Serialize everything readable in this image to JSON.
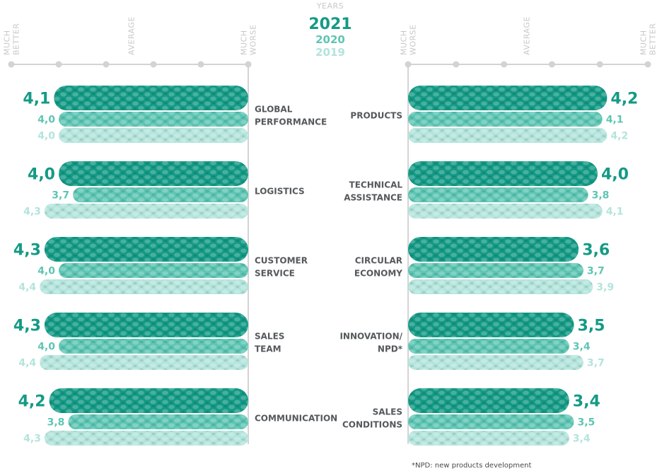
{
  "chart_data": {
    "type": "bar",
    "legend_title": "YEARS",
    "years": [
      "2021",
      "2020",
      "2019"
    ],
    "colors": {
      "y2021": "#149a85",
      "y2020": "#5ec5b3",
      "y2019": "#b3e4dc"
    },
    "scale_range": [
      0,
      5
    ],
    "left_panel": {
      "scale_labels": [
        "MUCH BETTER",
        "AVERAGE",
        "MUCH WORSE"
      ],
      "categories": [
        {
          "label": [
            "GLOBAL",
            "PERFORMANCE"
          ],
          "values": [
            "4,1",
            "4,0",
            "4,0"
          ]
        },
        {
          "label": [
            "LOGISTICS"
          ],
          "values": [
            "4,0",
            "3,7",
            "4,3"
          ]
        },
        {
          "label": [
            "CUSTOMER",
            "SERVICE"
          ],
          "values": [
            "4,3",
            "4,0",
            "4,4"
          ]
        },
        {
          "label": [
            "SALES",
            "TEAM"
          ],
          "values": [
            "4,3",
            "4,0",
            "4,4"
          ]
        },
        {
          "label": [
            "COMMUNICATION"
          ],
          "values": [
            "4,2",
            "3,8",
            "4,3"
          ]
        }
      ]
    },
    "right_panel": {
      "scale_labels": [
        "MUCH WORSE",
        "AVERAGE",
        "MUCH BETTER"
      ],
      "categories": [
        {
          "label": [
            "PRODUCTS"
          ],
          "values": [
            "4,2",
            "4,1",
            "4,2"
          ]
        },
        {
          "label": [
            "TECHNICAL",
            "ASSISTANCE"
          ],
          "values": [
            "4,0",
            "3,8",
            "4,1"
          ]
        },
        {
          "label": [
            "CIRCULAR",
            "ECONOMY"
          ],
          "values": [
            "3,6",
            "3,7",
            "3,9"
          ]
        },
        {
          "label": [
            "INNOVATION/",
            "NPD*"
          ],
          "values": [
            "3,5",
            "3,4",
            "3,7"
          ]
        },
        {
          "label": [
            "SALES",
            "CONDITIONS"
          ],
          "values": [
            "3,4",
            "3,5",
            "3,4"
          ]
        }
      ]
    }
  },
  "footnote": "*NPD: new products development"
}
